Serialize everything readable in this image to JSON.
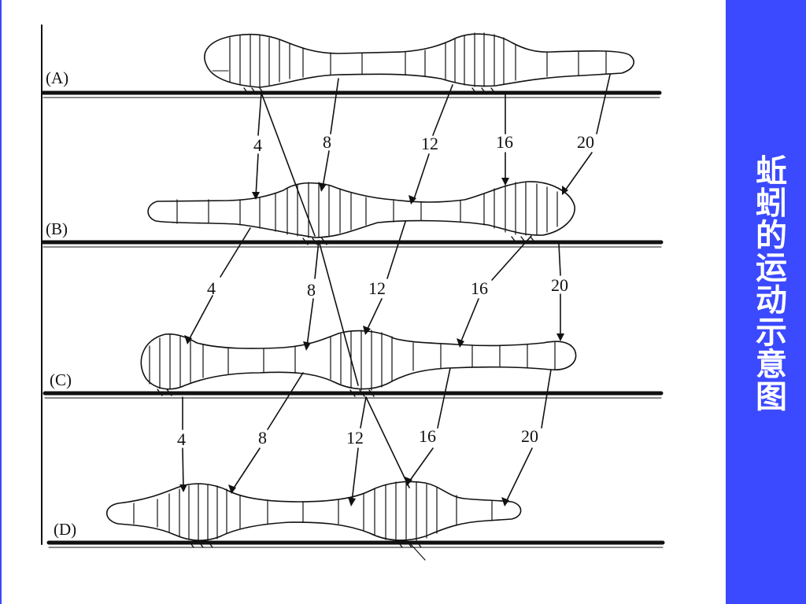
{
  "slide": {
    "title": "蚯蚓的运动示意图",
    "accent_color": "#3b49ff"
  },
  "diagram": {
    "stages": [
      {
        "label": "(A)"
      },
      {
        "label": "(B)"
      },
      {
        "label": "(C)"
      },
      {
        "label": "(D)"
      }
    ],
    "segment_numbers": {
      "a_to_b": [
        "4",
        "8",
        "12",
        "16",
        "20"
      ],
      "b_to_c": [
        "4",
        "8",
        "12",
        "16",
        "20"
      ],
      "c_to_d": [
        "4",
        "8",
        "12",
        "16",
        "20"
      ]
    }
  }
}
